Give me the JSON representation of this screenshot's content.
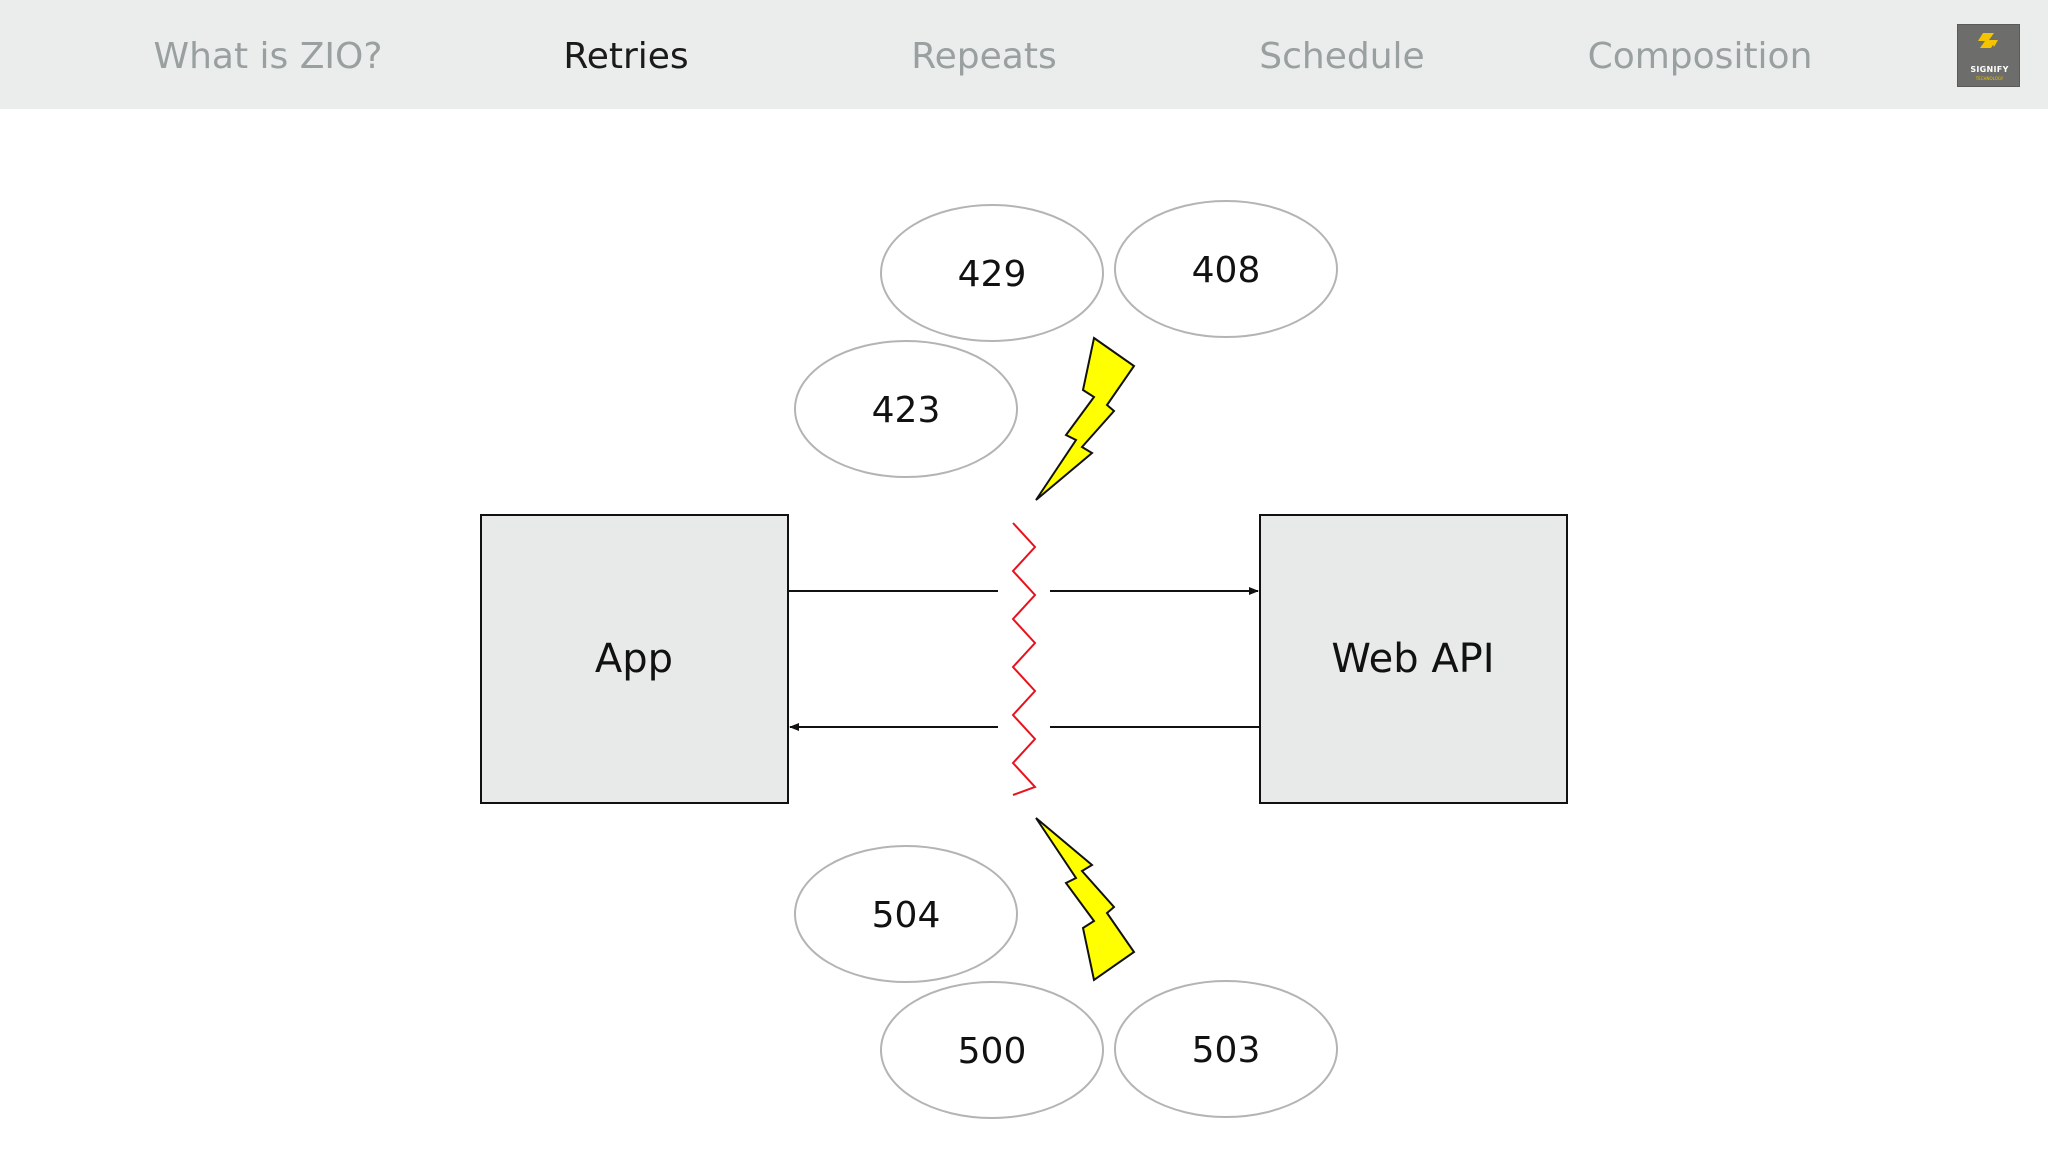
{
  "nav": {
    "items": [
      {
        "label": "What is ZIO?",
        "active": false
      },
      {
        "label": "Retries",
        "active": true
      },
      {
        "label": "Repeats",
        "active": false
      },
      {
        "label": "Schedule",
        "active": false
      },
      {
        "label": "Composition",
        "active": false
      }
    ]
  },
  "logo": {
    "name": "SIGNIFY",
    "tagline": "TECHNOLOGY",
    "icon": "signify-logo-icon",
    "accent_color": "#f5c400"
  },
  "diagram": {
    "left_box": {
      "label": "App"
    },
    "right_box": {
      "label": "Web API"
    },
    "error_codes": {
      "top": [
        "429",
        "408",
        "423"
      ],
      "bottom": [
        "504",
        "500",
        "503"
      ]
    },
    "colors": {
      "box_fill": "#e8eaea",
      "lightning_fill": "#ffff00",
      "break_line": "#e8121e",
      "bubble_stroke": "#b4b4b4"
    }
  }
}
